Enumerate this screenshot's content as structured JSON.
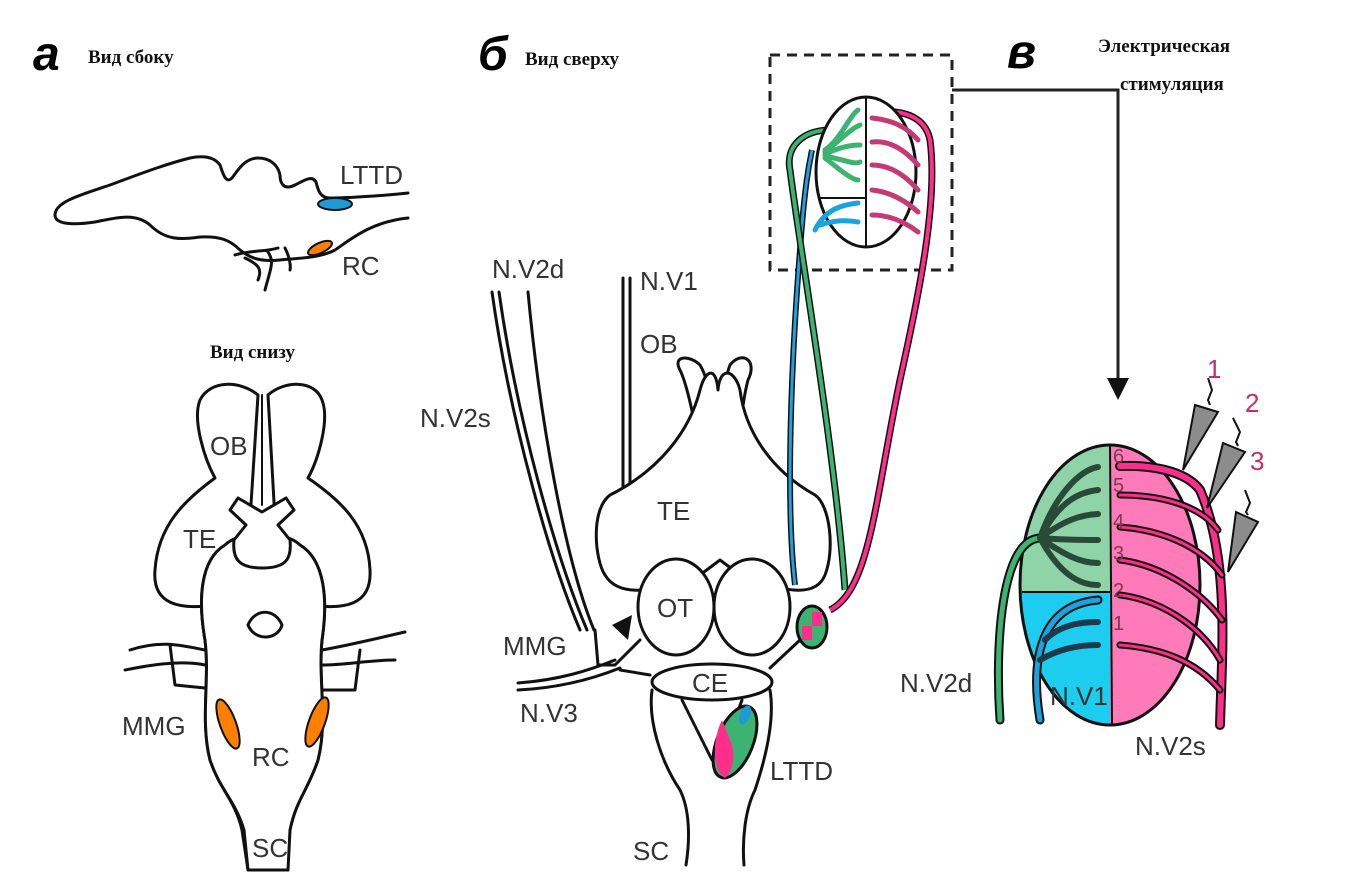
{
  "panels": {
    "a": {
      "letter": "а",
      "side_caption": "Вид сбоку",
      "bottom_caption": "Вид снизу",
      "side_labels": {
        "lttd": "LTTD",
        "rc": "RC"
      },
      "bottom_labels": {
        "ob": "OB",
        "te": "TE",
        "mmg": "MMG",
        "rc": "RC",
        "sc": "SC"
      }
    },
    "b": {
      "letter": "б",
      "caption": "Вид сверху",
      "labels": {
        "nv2d": "N.V2d",
        "nv1": "N.V1",
        "nv2s": "N.V2s",
        "ob": "OB",
        "te": "TE",
        "ot": "OT",
        "mmg": "MMG",
        "ce": "CE",
        "nv3": "N.V3",
        "lttd": "LTTD",
        "sc": "SC"
      }
    },
    "c": {
      "letter": "в",
      "caption_line1": "Электрическая",
      "caption_line2": "стимуляция",
      "labels": {
        "nv2d": "N.V2d",
        "nv1": "N.V1",
        "nv2s": "N.V2s"
      },
      "segment_numbers": [
        "1",
        "2",
        "3",
        "4",
        "5",
        "6"
      ],
      "electrode_numbers": [
        "1",
        "2",
        "3"
      ]
    }
  },
  "colors": {
    "nv2d_green": "#3cb371",
    "nv2d_fill": "#8fd4a8",
    "nv1_blue": "#1ba3e0",
    "nv1_fill": "#1ccdf0",
    "nv2s_pink": "#ff2e8a",
    "nv2s_fill": "#ff7ab8",
    "rc_orange": "#ff8000",
    "lttd_blue": "#1e9ad6",
    "electrode_gray": "#8c8c8c"
  }
}
